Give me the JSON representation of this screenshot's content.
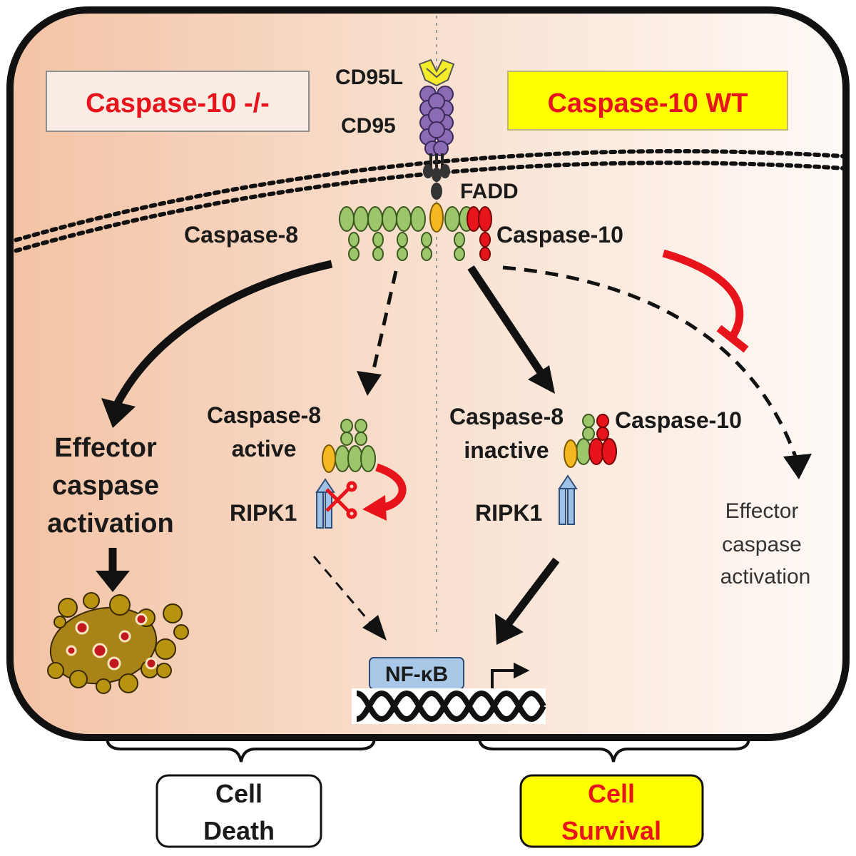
{
  "panels": {
    "left_title": "Caspase-10 -/-",
    "right_title": "Caspase-10 WT"
  },
  "receptor": {
    "ligand": "CD95L",
    "receptor": "CD95",
    "adaptor": "FADD",
    "casp8": "Caspase-8",
    "casp10": "Caspase-10"
  },
  "left_branch": {
    "effector_line1": "Effector",
    "effector_line2": "caspase",
    "effector_line3": "activation",
    "casp8_line1": "Caspase-8",
    "casp8_line2": "active",
    "ripk1": "RIPK1"
  },
  "right_branch": {
    "casp8_line1": "Caspase-8",
    "casp8_line2": "inactive",
    "casp10": "Caspase-10",
    "ripk1": "RIPK1",
    "effector_line1": "Effector",
    "effector_line2": "caspase",
    "effector_line3": "activation"
  },
  "nfkb": "NF-κB",
  "outcomes": {
    "death_line1": "Cell",
    "death_line2": "Death",
    "survival_line1": "Cell",
    "survival_line2": "Survival"
  },
  "colors": {
    "left_bg": "#f3c4a8",
    "right_bg": "#fdf6f1",
    "accent_red": "#e8141c",
    "highlight_yellow": "#ffff00",
    "casp8_green": "#9dc66b",
    "fadd_orange": "#f5b820",
    "ligand_yellow": "#f4ec2a",
    "receptor_purple": "#8c6bb5",
    "ripk1_blue": "#9ec2e6",
    "apoptotic_body": "#a88418"
  }
}
